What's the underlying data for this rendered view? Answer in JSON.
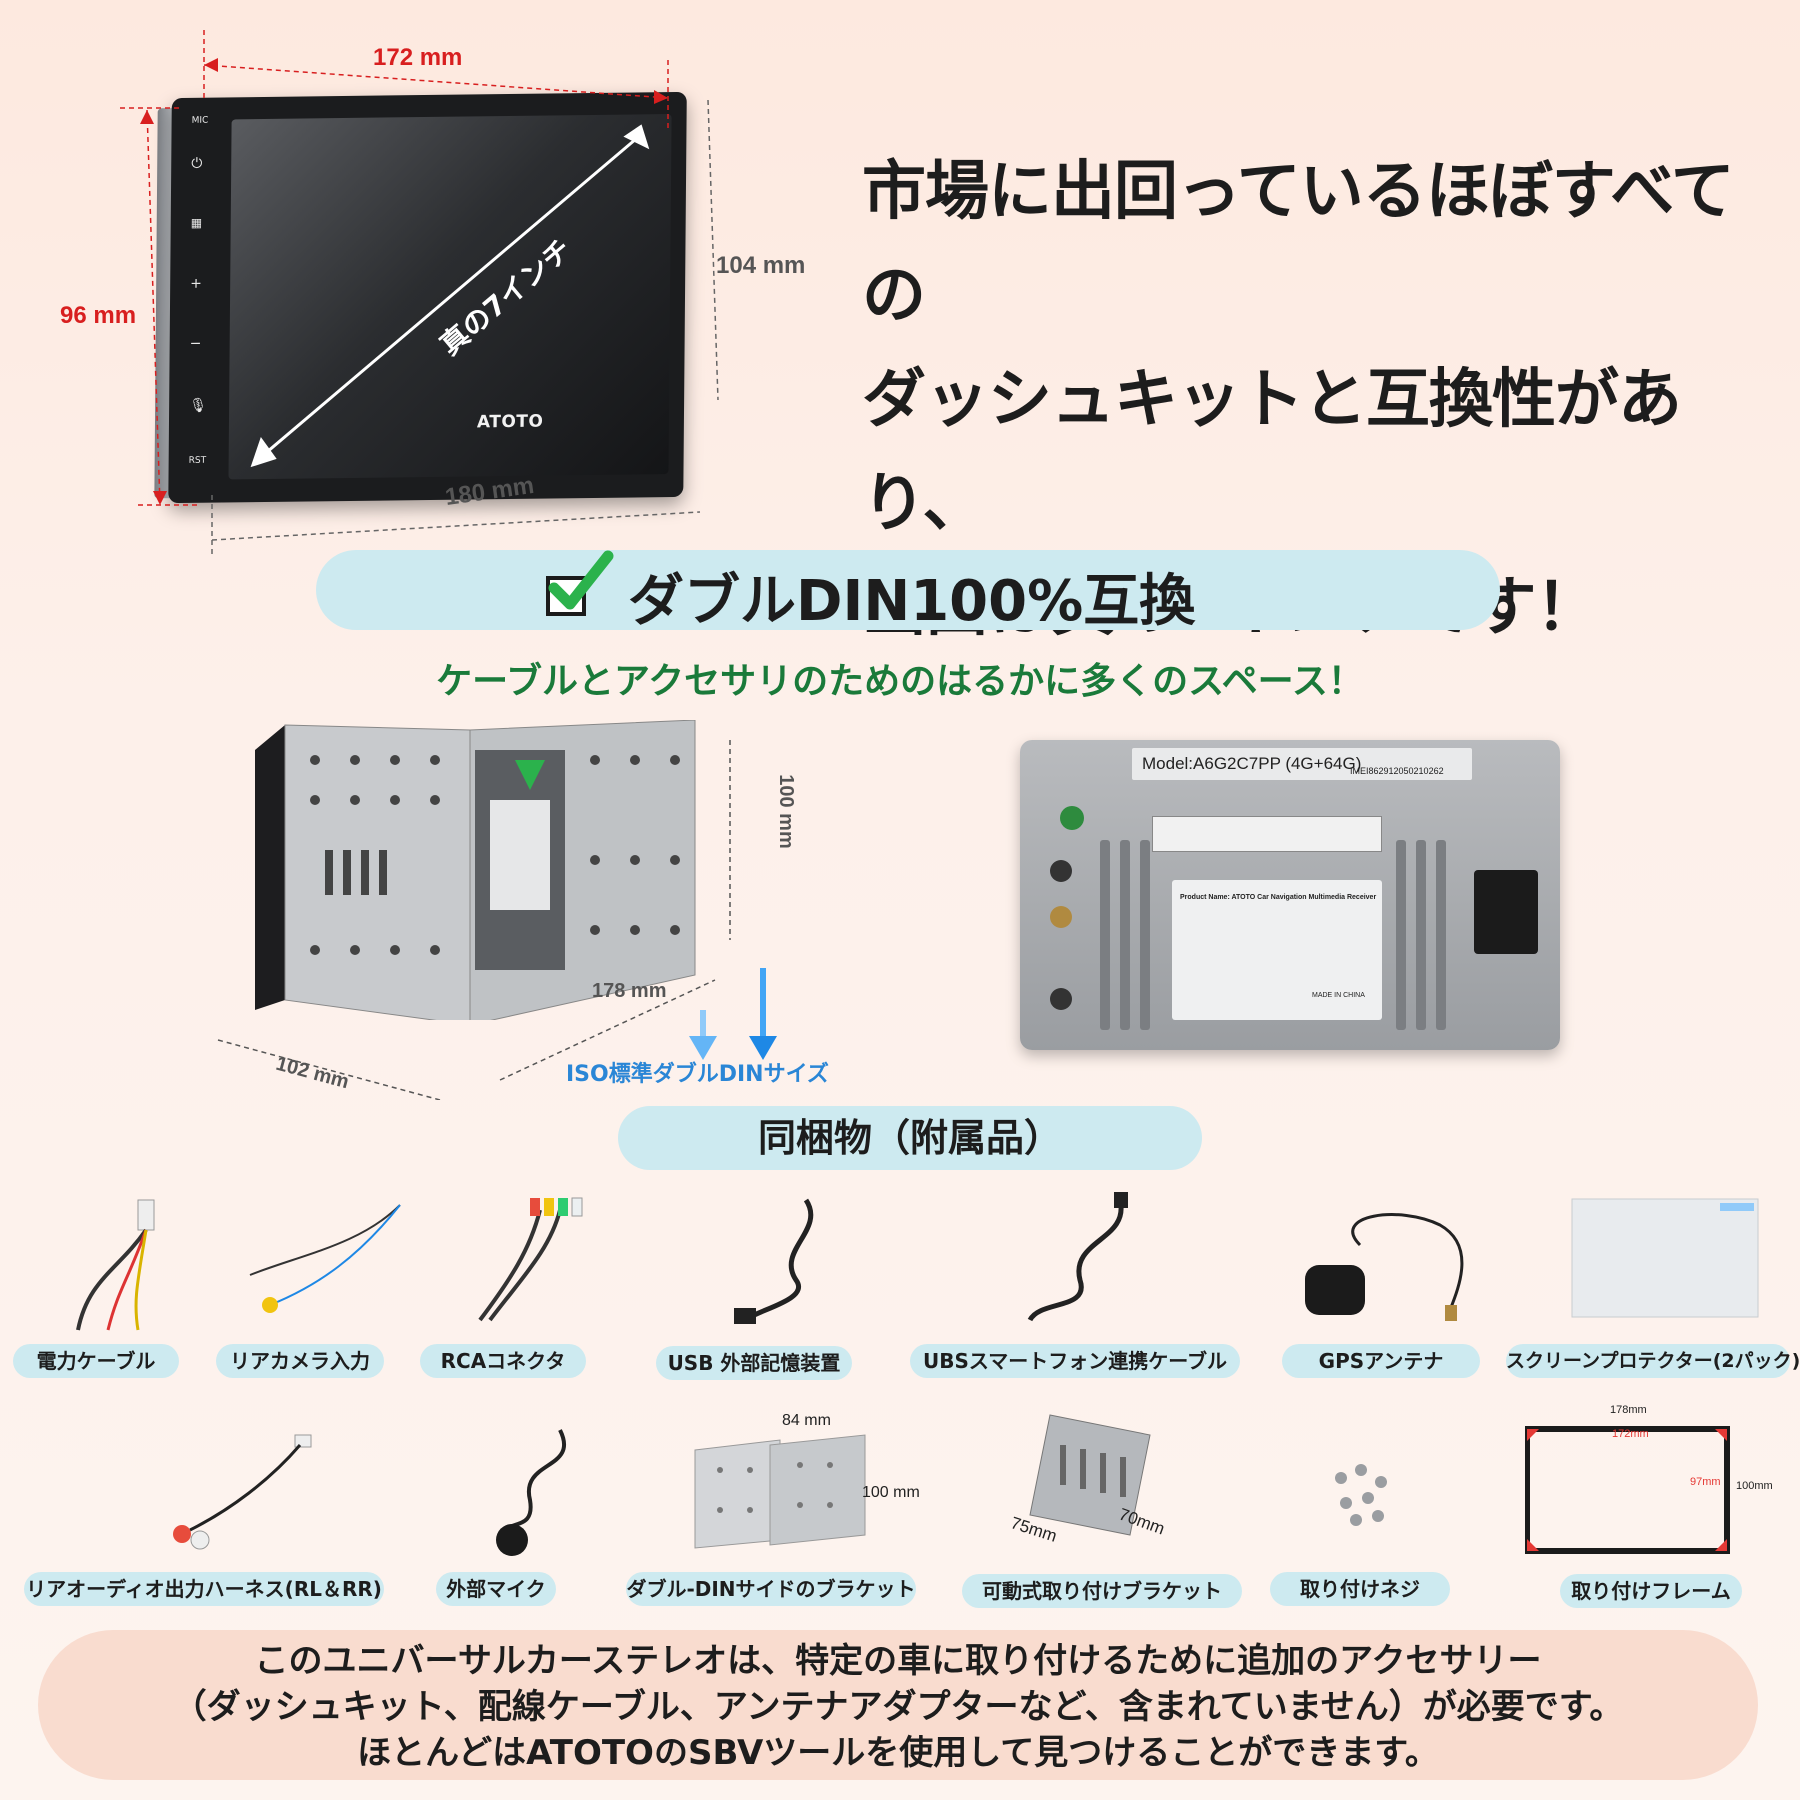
{
  "top": {
    "dim_width_top": "172 mm",
    "dim_height_left": "96 mm",
    "dim_height_right": "104 mm",
    "dim_width_bottom": "180 mm",
    "diagonal_label": "真の7インチ",
    "device_logo": "ATOTO",
    "button_mic": "MIC",
    "button_rst": "RST",
    "headline_lines": [
      "市場に出回っているほぼすべての",
      "ダッシュキットと互換性があり、",
      "画面は真の7インチです！"
    ]
  },
  "banner": {
    "title": "ダブルDIN100%互換",
    "subtitle": "ケーブルとアクセサリのためのはるかに多くのスペース！"
  },
  "middle": {
    "dim_depth": "100 mm",
    "dim_length": "178 mm",
    "dim_base": "102 mm",
    "iso_label": "ISO標準ダブルDINサイズ",
    "model_text": "Model:A6G2C7PP (4G+64G)",
    "imei_text": "IMEI862912050210262",
    "label_title": "Product Name: ATOTO Car Navigation Multimedia Receiver",
    "made_in": "MADE IN CHINA"
  },
  "accessories": {
    "title": "同梱物（附属品）",
    "row1": [
      {
        "label": "電力ケーブル",
        "icon": "power-cable-icon"
      },
      {
        "label": "リアカメラ入力",
        "icon": "rear-camera-cable-icon"
      },
      {
        "label": "RCAコネクタ",
        "icon": "rca-connector-icon"
      },
      {
        "label": "USB 外部記憶装置",
        "icon": "usb-cable-icon"
      },
      {
        "label": "UBSスマートフォン連携ケーブル",
        "icon": "usb-phone-cable-icon"
      },
      {
        "label": "GPSアンテナ",
        "icon": "gps-antenna-icon"
      },
      {
        "label": "スクリーンプロテクター(2パック)",
        "icon": "screen-protector-icon"
      }
    ],
    "row2": [
      {
        "label": "リアオーディオ出力ハーネス(RL＆RR)",
        "icon": "audio-harness-icon"
      },
      {
        "label": "外部マイク",
        "icon": "microphone-icon"
      },
      {
        "label": "ダブル-DINサイドのブラケット",
        "icon": "side-bracket-icon"
      },
      {
        "label": "可動式取り付けブラケット",
        "icon": "mounting-bracket-icon"
      },
      {
        "label": "取り付けネジ",
        "icon": "screws-icon"
      },
      {
        "label": "取り付けフレーム",
        "icon": "mounting-frame-icon"
      }
    ],
    "bracket_dims": {
      "w": "84 mm",
      "h": "100 mm"
    },
    "mount_dims": {
      "a": "75mm",
      "b": "70mm"
    },
    "frame_dims": {
      "outer_w": "178mm",
      "inner_w": "172mm",
      "inner_h": "97mm",
      "outer_h": "100mm"
    }
  },
  "note": {
    "lines": [
      "このユニバーサルカーステレオは、特定の車に取り付けるために追加のアクセサリー",
      "（ダッシュキット、配線ケーブル、アンテナアダプターなど、含まれていません）が必要です。",
      "ほとんどはATOTOのSBVツールを使用して見つけることができます。"
    ]
  },
  "colors": {
    "accent_pill": "#cdeaf0",
    "green_text": "#1a7a3a",
    "red_dim": "#d81f1f",
    "blue_iso": "#2a86d6"
  }
}
